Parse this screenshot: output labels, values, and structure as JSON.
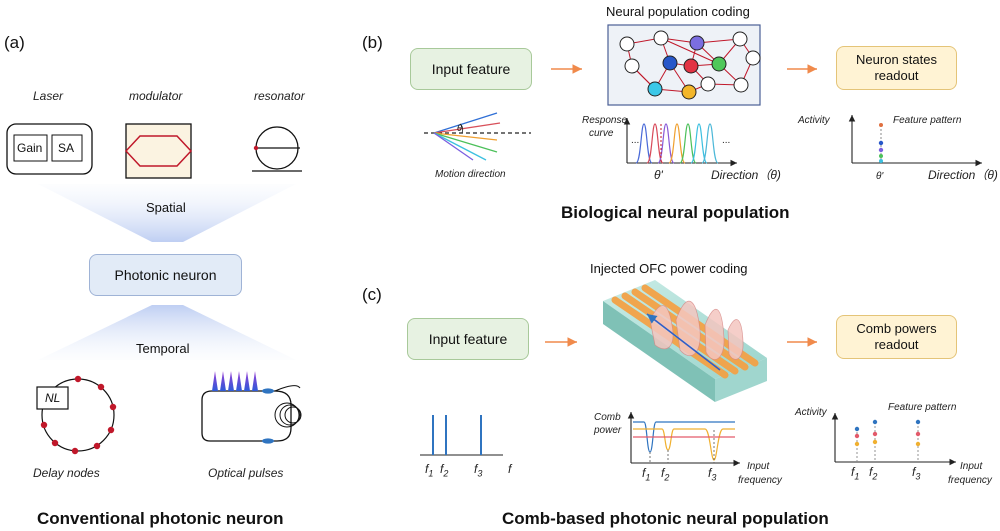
{
  "panel_a": {
    "letter": "(a)",
    "laser_label": "Laser",
    "modulator_label": "modulator",
    "resonator_label": "resonator",
    "gain_label": "Gain",
    "sa_label": "SA",
    "spatial_label": "Spatial",
    "neuron_label": "Photonic neuron",
    "temporal_label": "Temporal",
    "nl_label": "NL",
    "delay_label": "Delay nodes",
    "pulses_label": "Optical pulses",
    "caption": "Conventional photonic neuron"
  },
  "panel_b": {
    "letter": "(b)",
    "title": "Neural population coding",
    "input_label": "Input feature",
    "readout_label": "Neuron states readout",
    "motion_label": "Motion direction",
    "theta_small": "θ",
    "response_label_1": "Response",
    "response_label_2": "curve",
    "theta_prime": "θ'",
    "direction_label": "Direction（θ)",
    "activity_label": "Activity",
    "feature_label": "Feature pattern",
    "dots": "...",
    "caption": "Biological neural population"
  },
  "panel_c": {
    "letter": "(c)",
    "title": "Injected OFC power coding",
    "input_label": "Input feature",
    "readout_label": "Comb powers readout",
    "f1": "f",
    "f1_sub": "1",
    "f2": "f",
    "f2_sub": "2",
    "f3": "f",
    "f3_sub": "3",
    "f_axis": "f",
    "comb_label_1": "Comb",
    "comb_label_2": "power",
    "input_freq_1": "Input",
    "input_freq_2": "frequency",
    "activity_label": "Activity",
    "feature_label": "Feature pattern",
    "caption": "Comb-based photonic neural population"
  },
  "colors": {
    "arrow": "#f08a4b",
    "red": "#c0182a",
    "blue_line": "#2f74c0",
    "orange": "#f39c3c",
    "pulse": "#6a4fd8"
  }
}
